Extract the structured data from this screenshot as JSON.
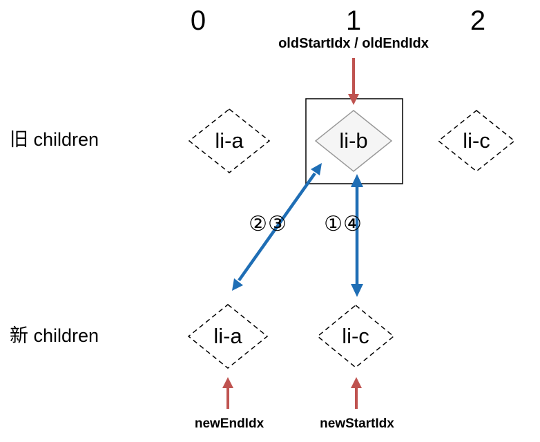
{
  "index_row": {
    "labels": [
      "0",
      "1",
      "2"
    ]
  },
  "old_pointer": {
    "label": "oldStartIdx / oldEndIdx"
  },
  "rows": {
    "old": {
      "label": "旧 children",
      "nodes": [
        {
          "label": "li-a"
        },
        {
          "label": "li-b"
        },
        {
          "label": "li-c"
        }
      ]
    },
    "new": {
      "label": "新 children",
      "nodes": [
        {
          "label": "li-a"
        },
        {
          "label": "li-c"
        }
      ]
    }
  },
  "compare_labels": {
    "left": "②③",
    "right": "①④"
  },
  "new_pointers": {
    "end": "newEndIdx",
    "start": "newStartIdx"
  },
  "colors": {
    "pointer_arrow": "#bf5350",
    "compare_arrow": "#1f6eb5",
    "highlight_fill": "#f5f5f5",
    "highlight_stroke": "#999999",
    "node_stroke": "#000000"
  }
}
